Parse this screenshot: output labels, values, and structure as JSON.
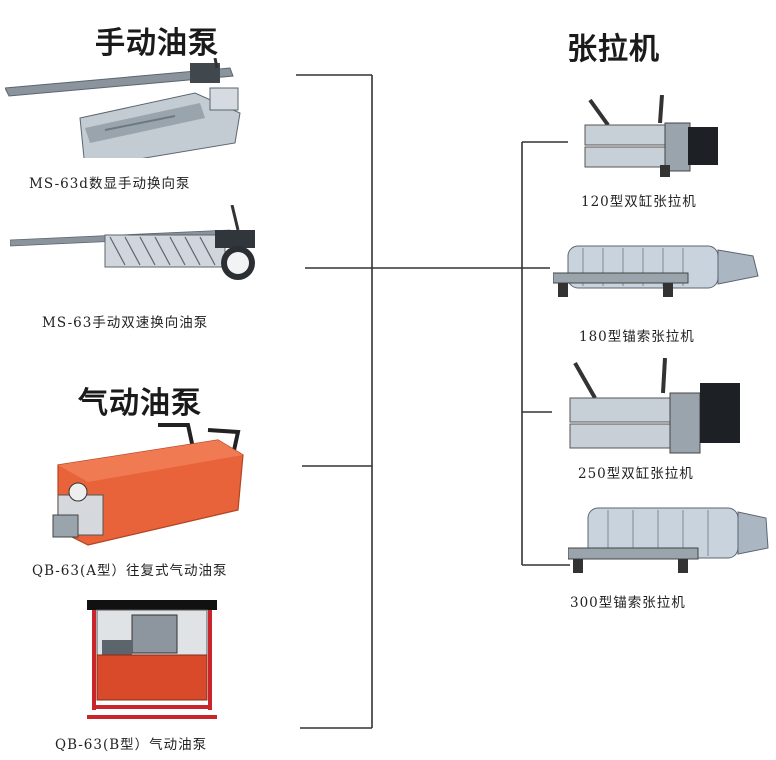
{
  "left": {
    "manual_heading": "手动油泵",
    "pneumatic_heading": "气动油泵",
    "items": [
      {
        "caption": "MS-63d数显手动换向泵"
      },
      {
        "caption": "MS-63手动双速换向油泵"
      },
      {
        "caption": "QB-63(A型）往复式气动油泵"
      },
      {
        "caption": "QB-63(B型）气动油泵"
      }
    ]
  },
  "right": {
    "heading": "张拉机",
    "items": [
      {
        "caption": "120型双缸张拉机"
      },
      {
        "caption": "180型锚索张拉机"
      },
      {
        "caption": "250型双缸张拉机"
      },
      {
        "caption": "300型锚索张拉机"
      }
    ]
  },
  "colors": {
    "line": "#333333",
    "pump_orange": "#e8623a",
    "pump_red": "#d94a2a",
    "metal": "#b9c2cc",
    "metal_dark": "#5c6670"
  }
}
